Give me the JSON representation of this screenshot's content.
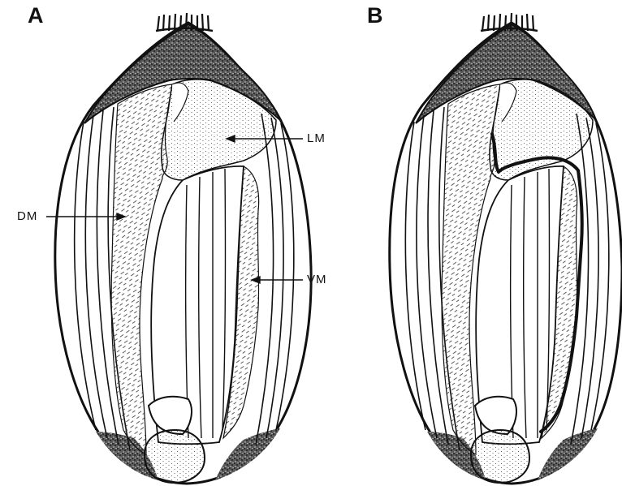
{
  "panels": [
    {
      "letter": "A"
    },
    {
      "letter": "B"
    }
  ],
  "callouts": {
    "lm": "LM",
    "dm": "DM",
    "vm": "VM"
  },
  "colors": {
    "ink": "#111111",
    "stipple": "#2b2b2b",
    "paper": "#ffffff"
  }
}
